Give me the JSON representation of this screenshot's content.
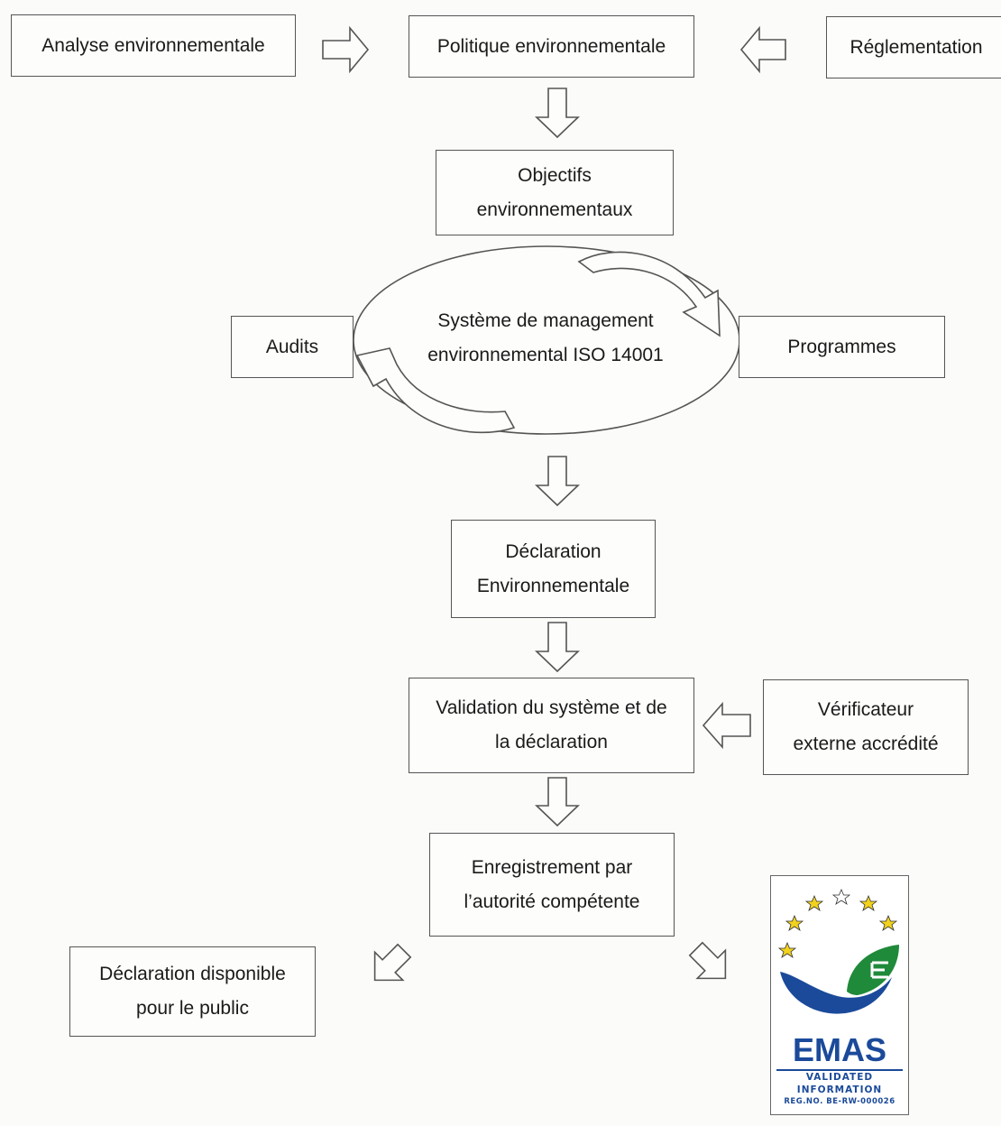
{
  "boxes": {
    "analyse": "Analyse environnementale",
    "politique": "Politique environnementale",
    "reglementation": "Réglementation",
    "objectifs": [
      "Objectifs",
      "environnementaux"
    ],
    "audits": "Audits",
    "programmes": "Programmes",
    "systeme": [
      "Système de management",
      "environnemental ISO 14001"
    ],
    "declaration": [
      "Déclaration",
      "Environnementale"
    ],
    "validation": [
      "Validation du système et de",
      "la déclaration"
    ],
    "verificateur": [
      "Vérificateur",
      "externe accrédité"
    ],
    "enregistrement": [
      "Enregistrement par",
      "l’autorité compétente"
    ],
    "public": [
      "Déclaration disponible",
      "pour le public"
    ]
  },
  "logo": {
    "name": "EMAS",
    "line1": "VALIDATED",
    "line2": "INFORMATION",
    "line3": "REG.NO. BE-RW-000026",
    "colors": {
      "blue": "#1b4a9a",
      "green": "#1f8a3a",
      "star": "#f2d21c"
    }
  }
}
